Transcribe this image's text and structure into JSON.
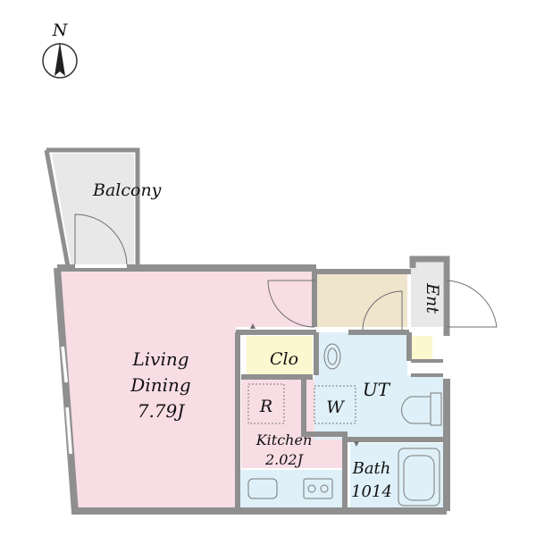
{
  "compass": {
    "label": "N",
    "icon": "north-arrow-icon"
  },
  "rooms": {
    "balcony": {
      "label": "Balcony",
      "color": "#e8e8e8"
    },
    "living": {
      "line1": "Living",
      "line2": "Dining",
      "area": "7.79J",
      "color": "#f8dde4"
    },
    "closet": {
      "label": "Clo",
      "color": "#fbf7cf"
    },
    "kitchen": {
      "label": "Kitchen",
      "area": "2.02J",
      "color": "#f8dde4"
    },
    "fridge": {
      "label": "R"
    },
    "utility": {
      "label": "UT",
      "color": "#dff0f8"
    },
    "washer": {
      "label": "W"
    },
    "bath": {
      "line1": "Bath",
      "line2": "1014",
      "color": "#dff0f8"
    },
    "entrance": {
      "label": "Ent",
      "color": "#e8e8e8"
    },
    "hall": {
      "color": "#efe4cc"
    }
  },
  "colors": {
    "wall": "#8f8f8f",
    "fixture": "#6f6f6f"
  }
}
